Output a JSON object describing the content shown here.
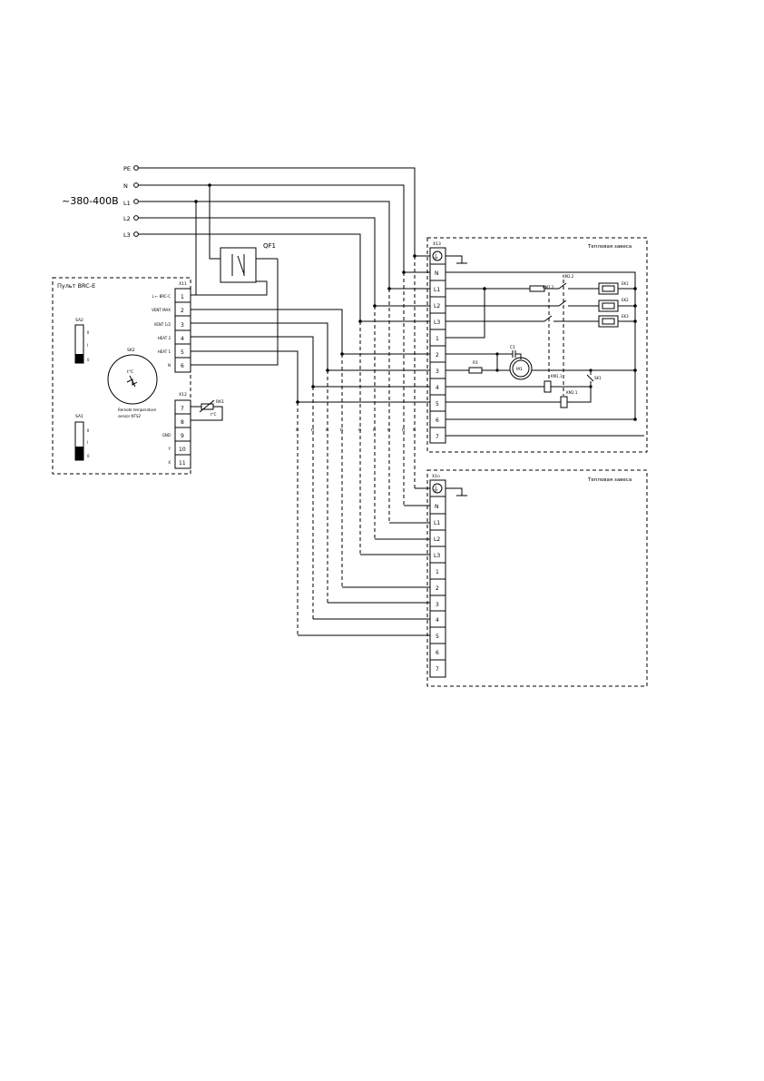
{
  "supply": {
    "voltage": "~380-400В",
    "lines": [
      "PE",
      "N",
      "L1",
      "L2",
      "L3"
    ]
  },
  "breaker": {
    "label": "QF1"
  },
  "panel": {
    "title": "Пульт BRC-E",
    "x1": {
      "label": "X11",
      "pins": [
        "1",
        "2",
        "3",
        "4",
        "5",
        "6"
      ],
      "signals": [
        "L ← BRC-C",
        "VENT MAX",
        "VENT 1/2",
        "HEAT 2",
        "HEAT 1",
        "N"
      ]
    },
    "x2": {
      "label": "X12",
      "pins": [
        "7",
        "8",
        "9",
        "10",
        "11"
      ],
      "signals": [
        "",
        "",
        "GND",
        "Y",
        "X"
      ]
    },
    "sa2": {
      "label": "SA2",
      "marks": [
        "II",
        "I",
        "0"
      ]
    },
    "sa1": {
      "label": "SA1",
      "marks": [
        "II",
        "I",
        "0"
      ]
    },
    "sk2": {
      "label": "SK2",
      "value": "t°C"
    },
    "sensor": {
      "label": "RK1",
      "value": "t°C",
      "caption": [
        "Remote temperature",
        "sensor NTS2"
      ]
    }
  },
  "heater1": {
    "title": "Тепловая завеса",
    "terminal": "X13",
    "pins": [
      "⏚",
      "N",
      "L1",
      "L2",
      "L3",
      "1",
      "2",
      "3",
      "4",
      "5",
      "6",
      "7"
    ],
    "heaters": [
      "EK1",
      "EK2",
      "EK3"
    ],
    "km22": "KM2.2",
    "km12": "KM1.2",
    "km11": "KM1.1",
    "km21": "KM2.1",
    "sk1": "SK1",
    "cap": "C1",
    "res": "R1",
    "motor": "M1"
  },
  "heater2": {
    "title": "Тепловая завеса",
    "terminal": "X1n",
    "pins": [
      "⏚",
      "N",
      "L1",
      "L2",
      "L3",
      "1",
      "2",
      "3",
      "4",
      "5",
      "6",
      "7"
    ]
  },
  "cable_marks": [
    "n",
    "n",
    "n",
    "n",
    "n",
    "n",
    "n",
    "n",
    "n"
  ]
}
